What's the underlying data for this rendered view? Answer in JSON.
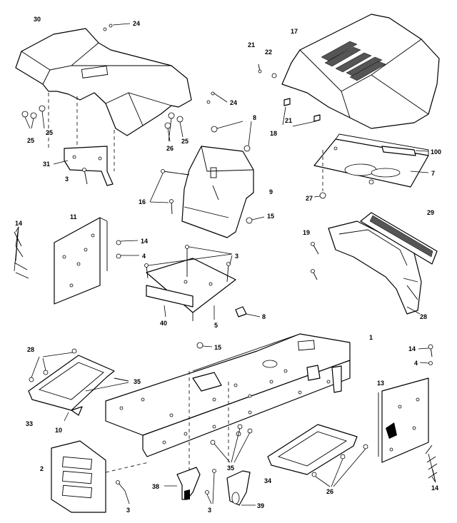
{
  "callouts": {
    "c30": "30",
    "c24a": "24",
    "c24b": "24",
    "c25a": "25",
    "c25b": "25",
    "c25c": "25",
    "c26": "26",
    "c31": "31",
    "c3a": "3",
    "c17": "17",
    "c21a": "21",
    "c22": "22",
    "c21b": "21",
    "c18": "18",
    "c100": "100",
    "c7": "7",
    "c27": "27",
    "c8a": "8",
    "c9": "9",
    "c16a": "16",
    "c15a": "15",
    "c11": "11",
    "c14a": "14",
    "c14b": "14",
    "c4a": "4",
    "c3b": "3",
    "c29": "29",
    "c19": "19",
    "c28a": "28",
    "c40": "40",
    "c5": "5",
    "c8b": "8",
    "c15b": "15",
    "c1": "1",
    "c14c": "14",
    "c4b": "4",
    "c28b": "28",
    "c35a": "35",
    "c33": "33",
    "c10": "10",
    "c13": "13",
    "c2": "2",
    "c3c": "3",
    "c38": "38",
    "c3d": "3",
    "c35b": "35",
    "c39": "39",
    "c34": "34",
    "c26b": "26",
    "c14d": "14"
  }
}
